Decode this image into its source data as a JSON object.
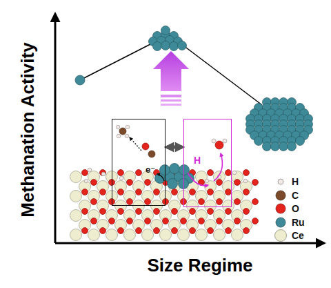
{
  "diagram": {
    "nodes": [
      {
        "text": [
          "e⁻"
        ]
      },
      {
        "text": [
          "H"
        ]
      }
    ],
    "edges": [
      {
        "from": 0,
        "to": 1,
        "arrow": "both"
      }
    ],
    "labels": [
      "Methanation Activity",
      "Size Regime"
    ],
    "legend": [
      {
        "text": "H",
        "color": "#f3e9e6"
      },
      {
        "text": "C",
        "color": "#7b4a2b"
      },
      {
        "text": "O",
        "color": "#e3231c"
      },
      {
        "text": "Ru",
        "color": "#3e8a98"
      },
      {
        "text": "Ce",
        "color": "#efedcf"
      }
    ]
  }
}
